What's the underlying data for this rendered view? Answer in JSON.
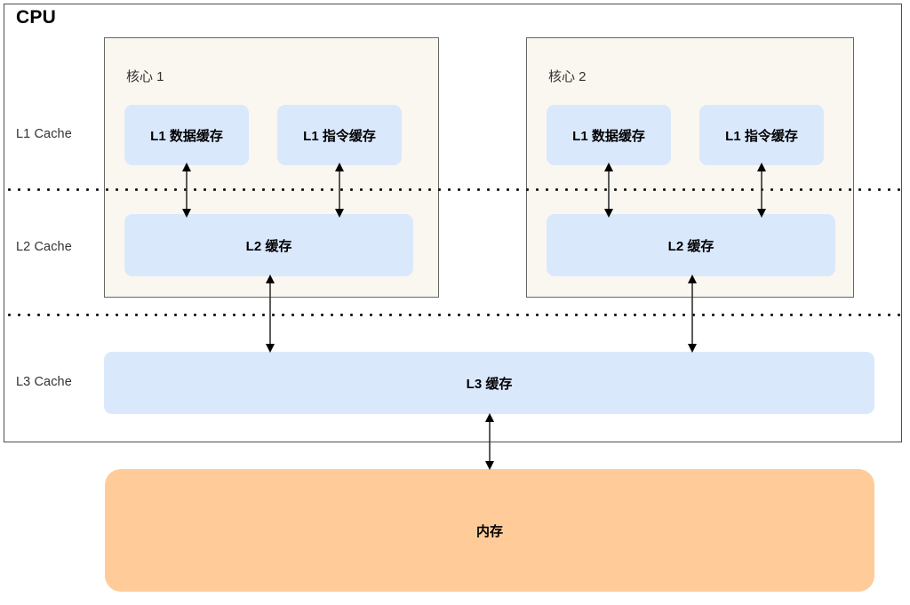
{
  "diagram": {
    "title": "CPU",
    "tier_labels": [
      {
        "text": "L1 Cache"
      },
      {
        "text": "L2 Cache"
      },
      {
        "text": "L3 Cache"
      }
    ],
    "cores": [
      {
        "title": "核心 1",
        "l1_data": "L1 数据缓存",
        "l1_instruction": "L1 指令缓存",
        "l2": "L2 缓存"
      },
      {
        "title": "核心 2",
        "l1_data": "L1 数据缓存",
        "l1_instruction": "L1 指令缓存",
        "l2": "L2 缓存"
      }
    ],
    "l3": {
      "label": "L3 缓存"
    },
    "memory": {
      "label": "内存"
    },
    "colors": {
      "cache_fill": "#dae8fc",
      "core_fill": "#faf7f0",
      "core_border": "#666666",
      "cpu_border": "#4d4d4d",
      "memory_fill": "#ffcc99",
      "arrow_stroke": "#333333",
      "divider": "#1a1a1a",
      "text": "#000000"
    },
    "connections": [
      {
        "from": "核心 1 L1 数据缓存",
        "to": "核心 1 L2 缓存",
        "style": "double-arrow"
      },
      {
        "from": "核心 1 L1 指令缓存",
        "to": "核心 1 L2 缓存",
        "style": "double-arrow"
      },
      {
        "from": "核心 2 L1 数据缓存",
        "to": "核心 2 L2 缓存",
        "style": "double-arrow"
      },
      {
        "from": "核心 2 L1 指令缓存",
        "to": "核心 2 L2 缓存",
        "style": "double-arrow"
      },
      {
        "from": "核心 1 L2 缓存",
        "to": "L3 缓存",
        "style": "double-arrow"
      },
      {
        "from": "核心 2 L2 缓存",
        "to": "L3 缓存",
        "style": "double-arrow"
      },
      {
        "from": "L3 缓存",
        "to": "内存",
        "style": "double-arrow"
      }
    ]
  }
}
